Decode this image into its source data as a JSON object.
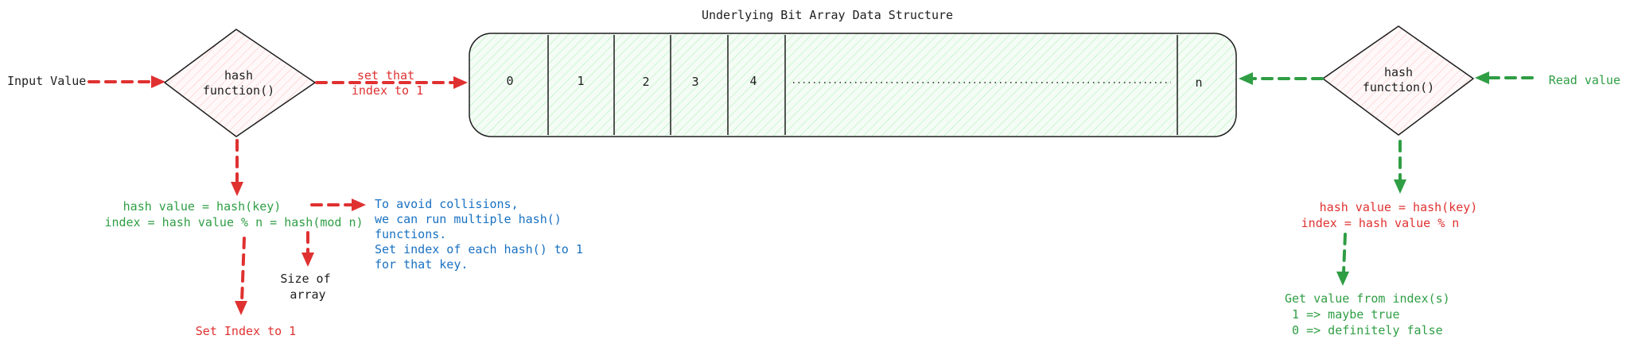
{
  "title": "Underlying Bit Array Data Structure",
  "bit_array": {
    "cells": [
      "0",
      "1",
      "2",
      "3",
      "4",
      "",
      "n"
    ]
  },
  "left": {
    "input_label": "Input Value",
    "hash_fn_line1": "hash",
    "hash_fn_line2": "function()",
    "set_line1": "set that",
    "set_line2": "index to 1",
    "formula_line1": "hash value = hash(key)",
    "formula_line2": "index = hash value % n = hash(mod n)",
    "note_lines": [
      "To avoid collisions,",
      "we can run multiple hash()",
      "functions.",
      "Set index of each hash() to 1",
      "for that key."
    ],
    "size_line1": "Size of",
    "size_line2": "array",
    "set_index": "Set Index to 1"
  },
  "right": {
    "read_label": "Read value",
    "hash_fn_line1": "hash",
    "hash_fn_line2": "function()",
    "formula_line1": "hash value = hash(key)",
    "formula_line2": "index = hash value % n",
    "result_lines": [
      "Get value from index(s)",
      " 1 => maybe true",
      " 0 => definitely false"
    ]
  },
  "colors": {
    "red": "#e03131",
    "green": "#2f9e44",
    "blue": "#1971c2",
    "array_fill": "#ebfbee",
    "hash_fill": "#ffe3e3"
  }
}
